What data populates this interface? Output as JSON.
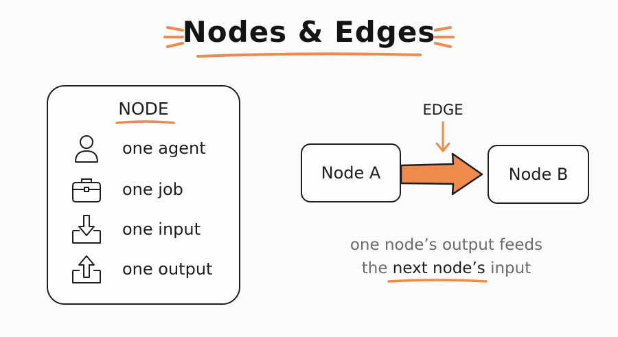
{
  "title": "Nodes & Edges",
  "node_card": {
    "heading": "NODE",
    "items": [
      {
        "icon": "person-icon",
        "label": "one agent"
      },
      {
        "icon": "briefcase-icon",
        "label": "one job"
      },
      {
        "icon": "input-tray-icon",
        "label": "one input"
      },
      {
        "icon": "output-tray-icon",
        "label": "one output"
      }
    ]
  },
  "edge_diagram": {
    "edge_label": "EDGE",
    "node_a": "Node A",
    "node_b": "Node B"
  },
  "caption": {
    "line1": "one node’s output feeds",
    "line2_prefix": "the ",
    "line2_highlight": "next node’s",
    "line2_suffix": " input"
  },
  "colors": {
    "accent": "#ef8a4c",
    "ink": "#1e1e1e",
    "muted_text": "#6b6b6b",
    "background": "#fbfbfb"
  }
}
